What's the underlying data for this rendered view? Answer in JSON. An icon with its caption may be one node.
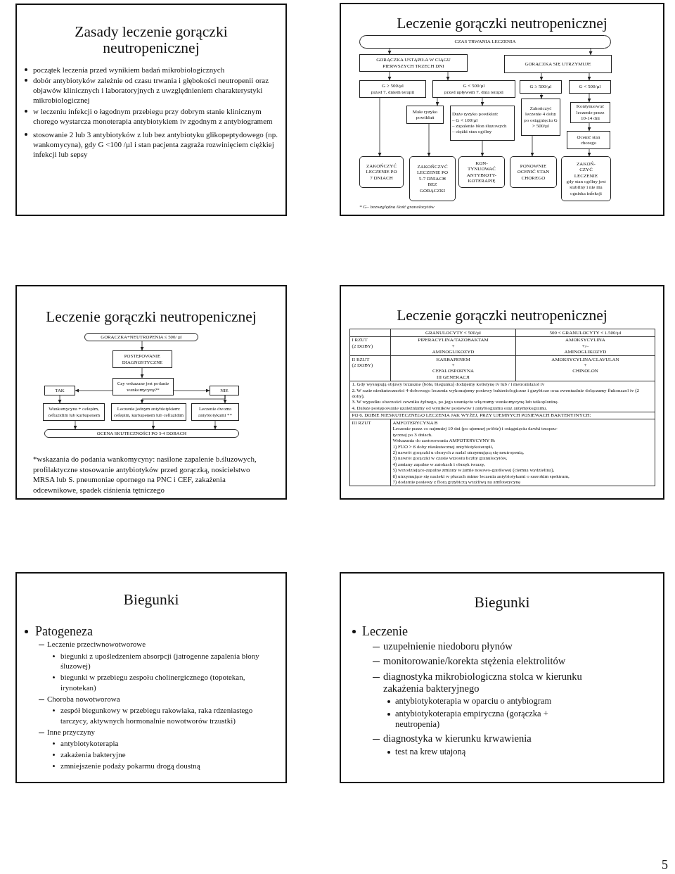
{
  "diagram": {
    "nodes": [
      {
        "text": [
          "Zasady leczenie gorączki neutropenicznej",
          "początek leczenia przed wynikiem badań mikrobiologicznych",
          "dobór antybiotyków zależnie od czasu trwania i głębokości neutropenii oraz objawów klinicznych i laboratoryjnych z uwzględnieniem charakterystyki mikrobiologicznej",
          "w leczeniu infekcji o łagodnym przebiegu przy dobrym stanie klinicznym chorego wystarcza monoterapia antybiotykiem iv zgodnym z antybiogramem",
          "stosowanie 2 lub 3 antybiotyków z lub bez antybiotyku glikopeptydowego (np. wankomycyna), gdy G <100 /µl i stan pacjenta zagraża rozwinięciem ciężkiej infekcji lub sepsy"
        ]
      },
      {
        "text": [
          "Leczenie gorączki neutropenicznej",
          "* G– bezwzględna ilość granulocytów"
        ]
      },
      {
        "text": [
          "CZAS TRWANIA LECZENIA"
        ],
        "in": 1
      },
      {
        "text": [
          "GORĄCZKA USTĄPIŁA W CIĄGU PIERWSZYCH TRZECH DNI"
        ],
        "in": 1
      },
      {
        "text": [
          "GORĄCZKA SIĘ UTRZYMUJE"
        ],
        "in": 1
      },
      {
        "text": [
          "G ≥ 500/µl",
          "przed 7. dniem terapii"
        ],
        "in": 1
      },
      {
        "text": [
          "G < 500/µl",
          "przed upływem 7. dnia terapii"
        ],
        "in": 1
      },
      {
        "text": [
          "G ≥ 500/µl"
        ],
        "in": 1
      },
      {
        "text": [
          "G < 500/µl"
        ],
        "in": 1
      },
      {
        "text": [
          "Małe ryzyko powikłań"
        ],
        "in": 1
      },
      {
        "text": [
          "Duże ryzyko powikłań:",
          "– G < 100/µl",
          "– zapalenie błon śluzowych",
          "– ciężki stan ogólny"
        ],
        "in": 1
      },
      {
        "text": [
          "Zakończyć leczenie 4 doby po osiągnięciu G > 500/µl"
        ],
        "in": 1
      },
      {
        "text": [
          "Kontynuować leczenie przez 10-14 dni"
        ],
        "in": 1
      },
      {
        "text": [
          "Ocenić stan chorego"
        ],
        "in": 1
      },
      {
        "text": [
          "ZAKOŃCZYĆ LECZENIE PO 7 DNIACH"
        ],
        "in": 1
      },
      {
        "text": [
          "ZAKOŃCZYĆ LECZENIE PO 5-7 DNIACH BEZ GORĄCZKI"
        ],
        "in": 1
      },
      {
        "text": [
          "KON- TYNUOWAĆ ANTYBIOTY- KOTERAPIĘ"
        ],
        "in": 1
      },
      {
        "text": [
          "PONOWNIE OCENIĆ STAN CHOREGO"
        ],
        "in": 1
      },
      {
        "text": [
          "ZAKOŃ- CZYĆ LECZENIE",
          "gdy stan ogólny jest stabilny i nie ma ogniska infekcji"
        ],
        "in": 1
      },
      {
        "text": [
          "Leczenie gorączki neutropenicznej",
          "*wskazania do podania wankomycyny: nasilone zapalenie b.śluzowych, profilaktyczne stosowanie antybiotyków przed gorączką, nosicielstwo MRSA lub S. pneumoniae opornego na PNC i CEF, zakażenia odcewnikowe, spadek ciśnienia tętniczego"
        ]
      },
      {
        "text": [
          "GORĄCZKA+NEUTROPENIA ≤ 500/ µl"
        ],
        "in": 19
      },
      {
        "text": [
          "POSTĘPOWANIE DIAGNOSTYCZNE"
        ],
        "in": 19
      },
      {
        "text": [
          "Czy wskazane jest podanie wankomycyny?*"
        ],
        "in": 19
      },
      {
        "text": [
          "TAK"
        ],
        "in": 19
      },
      {
        "text": [
          "NIE"
        ],
        "in": 19
      },
      {
        "text": [
          "Wankomycyna + cefepim, ceftazidim lub karbapenem"
        ],
        "in": 19
      },
      {
        "text": [
          "Leczenie jednym antybiotykiem: cefepim, karbapenem lub ceftazidim"
        ],
        "in": 19
      },
      {
        "text": [
          "Leczenie dwoma antybiotykami **"
        ],
        "in": 19
      },
      {
        "text": [
          "OCENA SKUTECZNOŚCI PO 3-4 DOBACH"
        ],
        "in": 19
      },
      {
        "text": [
          "Leczenie gorączki neutropenicznej"
        ]
      },
      {
        "text": [
          "Biegunki",
          "Patogeneza",
          "Leczenie przeciwnowotworowe",
          "biegunki z upośledzeniem absorpcji (jatrogenne zapalenia błony śluzowej)",
          "biegunki w przebiegu zespołu cholinergicznego (topotekan, irynotekan)",
          "Choroba nowotworowa",
          "zespół biegunkowy w przebiegu rakowiaka, raka rdzeniastego tarczycy, aktywnych hormonalnie nowotworów trzustki)",
          "Inne przyczyny",
          "antybiotykoterapia",
          "zakażenia bakteryjne",
          "zmniejszenie podaży pokarmu drogą doustną"
        ]
      },
      {
        "text": [
          "Biegunki",
          "Leczenie",
          "uzupełnienie niedoboru płynów",
          "monitorowanie/korekta stężenia elektrolitów",
          "diagnostyka mikrobiologiczna stolca w kierunku zakażenia bakteryjnego",
          "antybiotykoterapia w oparciu o antybiogram",
          "antybiotykoterapia empiryczna (gorączka + neutropenia)",
          "diagnostyka w kierunku krwawienia",
          "test na krew utajoną"
        ]
      }
    ],
    "edges": [
      {
        "from": 2,
        "to": 3,
        "arrow": "to"
      },
      {
        "from": 2,
        "to": 4,
        "arrow": "to"
      },
      {
        "from": 3,
        "to": 5,
        "arrow": "to"
      },
      {
        "from": 3,
        "to": 6,
        "arrow": "to"
      },
      {
        "from": 4,
        "to": 7,
        "arrow": "to"
      },
      {
        "from": 4,
        "to": 8,
        "arrow": "to"
      },
      {
        "from": 6,
        "to": 9,
        "arrow": "to"
      },
      {
        "from": 6,
        "to": 10,
        "arrow": "to"
      },
      {
        "from": 7,
        "to": 11,
        "arrow": "to"
      },
      {
        "from": 8,
        "to": 12,
        "arrow": "to"
      },
      {
        "from": 12,
        "to": 13,
        "arrow": "to"
      },
      {
        "from": 5,
        "to": 14,
        "arrow": "to"
      },
      {
        "from": 9,
        "to": 15,
        "arrow": "to"
      },
      {
        "from": 10,
        "to": 16,
        "arrow": "to"
      },
      {
        "from": 11,
        "to": 17,
        "arrow": "to"
      },
      {
        "from": 13,
        "to": 18,
        "arrow": "to"
      },
      {
        "from": 20,
        "to": 21,
        "arrow": "to"
      },
      {
        "from": 21,
        "to": 22,
        "arrow": "to"
      },
      {
        "from": 22,
        "to": 23,
        "arrow": "to"
      },
      {
        "from": 22,
        "to": 24,
        "arrow": "to"
      },
      {
        "from": 23,
        "to": 25,
        "arrow": "to"
      },
      {
        "from": 24,
        "to": 26,
        "arrow": "to"
      },
      {
        "from": 24,
        "to": 27,
        "arrow": "to"
      },
      {
        "from": 25,
        "to": 28,
        "arrow": "to"
      },
      {
        "from": 26,
        "to": 28,
        "arrow": "to"
      },
      {
        "from": 27,
        "to": 28,
        "arrow": "to"
      }
    ],
    "labels": [
      "GRANULOCYTY < 500/µl",
      "500 < GRANULOCYTY < 1.500/µl",
      "I RZUT",
      "(2 DOBY)",
      "PIPERACYLINA/TAZOBAKTAM",
      "+",
      "AMINOGLIKOZYD",
      "AMOKSYCYLINA",
      "+/–",
      "AMINOGLIKOZYD",
      "II RZUT",
      "(2 DOBY)",
      "KARBAPENEM",
      "+",
      "CEFALOSPORYNA",
      "III GENERACJI",
      "AMOKSYCYLINA/CLAVULAN",
      "+",
      "CHINOLON",
      "1. Gdy występują objawy brzuszne (bóle, biegunka) dodajemy kolistynę iv lub / i metronidazol iv",
      "2. W razie nieskuteczności 4-dobowego leczenia wykonujemy posiewy bakteriologiczne i grzybicze oraz ewentualnie dołączamy flukonazol iv (2 doby).",
      "3. W wypadku obecności cewnika żylnego, po jego usunięciu włączamy wankomycynę lub teikoplaninę.",
      "4. Dalsze postępowanie uzależniamy od wyników posiewów i antybiogramu oraz antymykogramu.",
      "PO 6. DOBIE NIESKUTECZNEGO LECZENIA JAK WYŻEJ, PRZY UJEMNYCH POSIEWACH BAKTERYJNYCH:",
      "III RZUT",
      "AMFOTERYCYNA B",
      "Leczenie przez co najmniej 10 dni (po ujemnej próbie) i osiągnięciu dawki terapeu- tycznej po 3 dniach.",
      "Wskazania do zastosowania AMFOTERYCYNY B:",
      "1) FUO > 6 doby nieskutecznej antybiotykoterapii,",
      "2) nawrót gorączki u chorych z nadal utrzymującą się neutropenią,",
      "3) nawrót gorączki w czasie wzrostu liczby granulocytów,",
      "4) zmiany zapalne w zatokach i obrzęk twarzy,",
      "5) wrzodziejąco-zapalne zmiany w jamie nosowo-gardłowej (ciemna wydzielina),",
      "6) utrzymujące się nacieki w płucach mimo leczenia antybiotykami o szerokim spektrum,",
      "7) dodatnie posiewy z florą grzybiczą wrażliwą na amfoterycynę",
      "5"
    ]
  }
}
